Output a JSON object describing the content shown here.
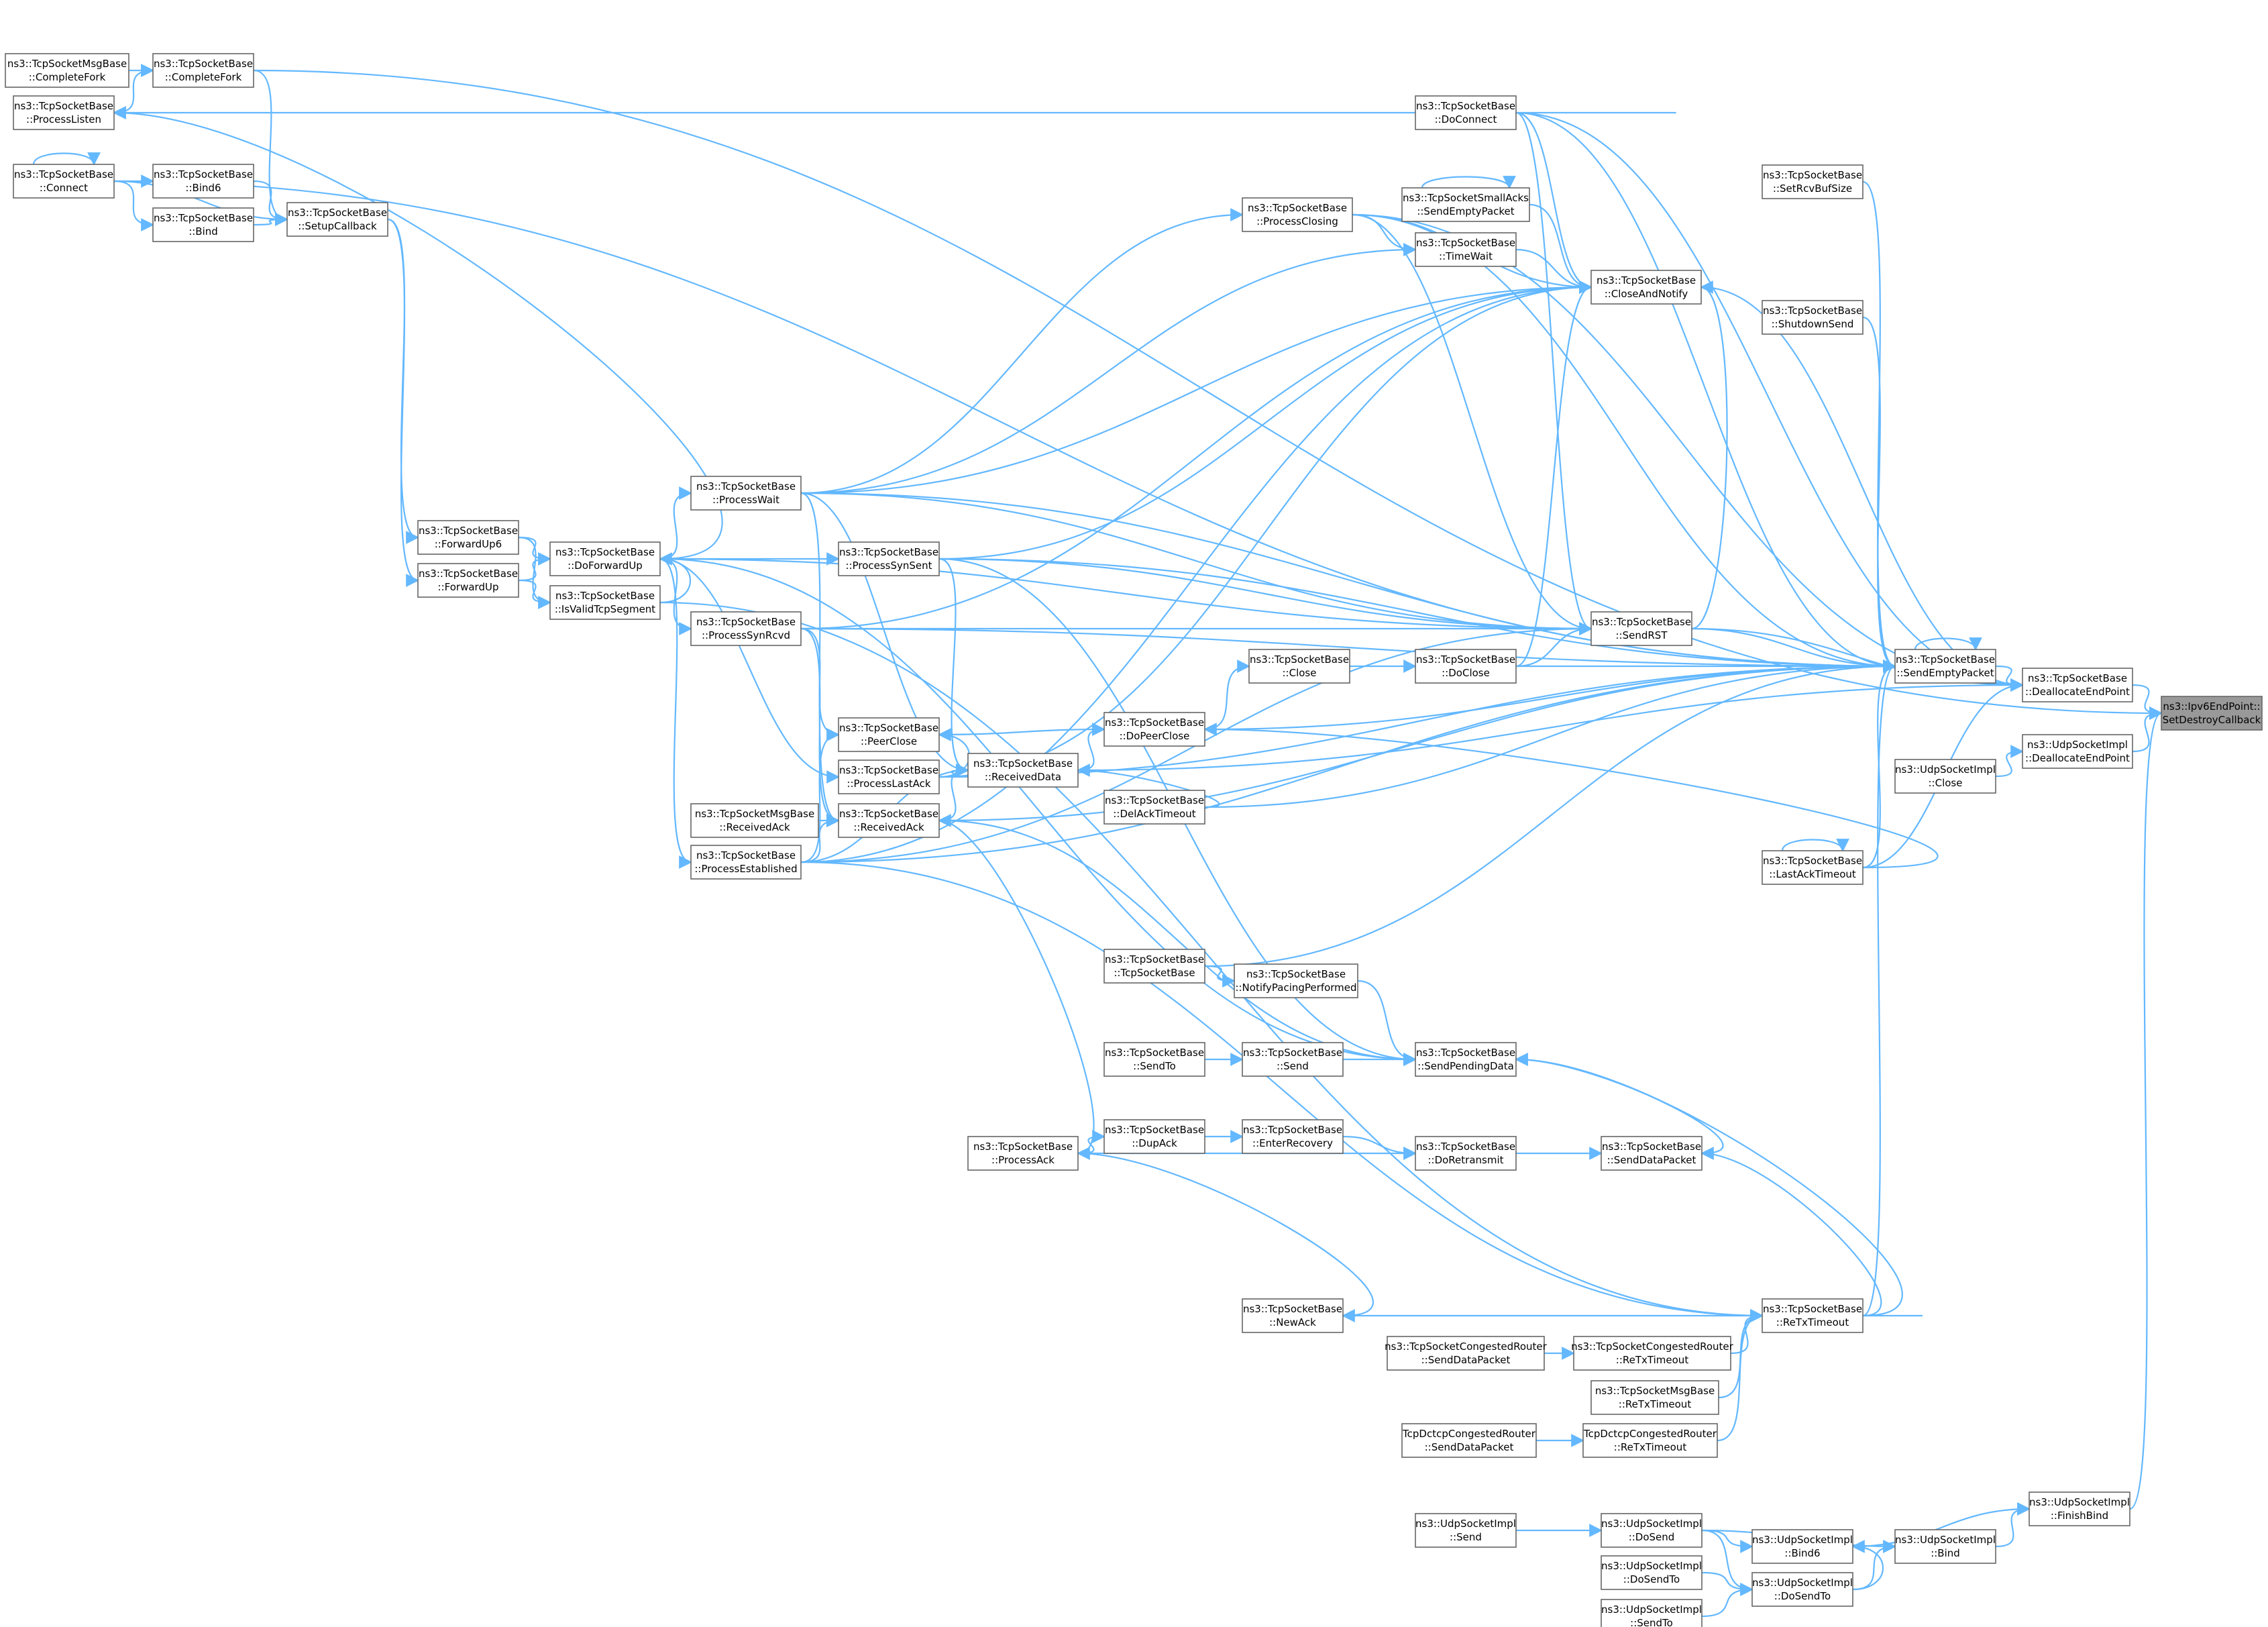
{
  "diagram": {
    "colors": {
      "edge": "#63b8ff",
      "node_border": "#666666",
      "highlight_fill": "#999999"
    },
    "target_node": "setdestroy",
    "nodes": [
      {
        "id": "setdestroy",
        "line1": "ns3::Ipv6EndPoint::",
        "line2": "SetDestroyCallback"
      },
      {
        "id": "dealloc_tcp",
        "line1": "ns3::TcpSocketBase",
        "line2": "::DeallocateEndPoint"
      },
      {
        "id": "dealloc_udp",
        "line1": "ns3::UdpSocketImpl",
        "line2": "::DeallocateEndPoint"
      },
      {
        "id": "udp_close",
        "line1": "ns3::UdpSocketImpl",
        "line2": "::Close"
      },
      {
        "id": "udp_finishbind",
        "line1": "ns3::UdpSocketImpl",
        "line2": "::FinishBind"
      },
      {
        "id": "udp_bind",
        "line1": "ns3::UdpSocketImpl",
        "line2": "::Bind"
      },
      {
        "id": "udp_bind6",
        "line1": "ns3::UdpSocketImpl",
        "line2": "::Bind6"
      },
      {
        "id": "udp_dosendto",
        "line1": "ns3::UdpSocketImpl",
        "line2": "::DoSendTo"
      },
      {
        "id": "udp_dosend",
        "line1": "ns3::UdpSocketImpl",
        "line2": "::DoSend"
      },
      {
        "id": "udp_dosendto2",
        "line1": "ns3::UdpSocketImpl",
        "line2": "::DoSendTo"
      },
      {
        "id": "udp_sendto",
        "line1": "ns3::UdpSocketImpl",
        "line2": "::SendTo"
      },
      {
        "id": "udp_send",
        "line1": "ns3::UdpSocketImpl",
        "line2": "::Send"
      },
      {
        "id": "sendempty",
        "line1": "ns3::TcpSocketBase",
        "line2": "::SendEmptyPacket"
      },
      {
        "id": "setrcvbuf",
        "line1": "ns3::TcpSocketBase",
        "line2": "::SetRcvBufSize"
      },
      {
        "id": "shutdownsend",
        "line1": "ns3::TcpSocketBase",
        "line2": "::ShutdownSend"
      },
      {
        "id": "lastacktimeout",
        "line1": "ns3::TcpSocketBase",
        "line2": "::LastAckTimeout"
      },
      {
        "id": "retxtimeout",
        "line1": "ns3::TcpSocketBase",
        "line2": "::ReTxTimeout"
      },
      {
        "id": "doconnect",
        "line1": "ns3::TcpSocketBase",
        "line2": "::DoConnect"
      },
      {
        "id": "smallacks",
        "line1": "ns3::TcpSocketSmallAcks",
        "line2": "::SendEmptyPacket"
      },
      {
        "id": "timewait",
        "line1": "ns3::TcpSocketBase",
        "line2": "::TimeWait"
      },
      {
        "id": "closeandnotify",
        "line1": "ns3::TcpSocketBase",
        "line2": "::CloseAndNotify"
      },
      {
        "id": "sendrst",
        "line1": "ns3::TcpSocketBase",
        "line2": "::SendRST"
      },
      {
        "id": "doclose",
        "line1": "ns3::TcpSocketBase",
        "line2": "::DoClose"
      },
      {
        "id": "close",
        "line1": "ns3::TcpSocketBase",
        "line2": "::Close"
      },
      {
        "id": "processclosing",
        "line1": "ns3::TcpSocketBase",
        "line2": "::ProcessClosing"
      },
      {
        "id": "sendpending",
        "line1": "ns3::TcpSocketBase",
        "line2": "::SendPendingData"
      },
      {
        "id": "notifypacing",
        "line1": "ns3::TcpSocketBase",
        "line2": "::NotifyPacingPerformed"
      },
      {
        "id": "tcpctor",
        "line1": "ns3::TcpSocketBase",
        "line2": "::TcpSocketBase"
      },
      {
        "id": "send",
        "line1": "ns3::TcpSocketBase",
        "line2": "::Send"
      },
      {
        "id": "sendto",
        "line1": "ns3::TcpSocketBase",
        "line2": "::SendTo"
      },
      {
        "id": "doretransmit",
        "line1": "ns3::TcpSocketBase",
        "line2": "::DoRetransmit"
      },
      {
        "id": "senddatapacket",
        "line1": "ns3::TcpSocketBase",
        "line2": "::SendDataPacket"
      },
      {
        "id": "enterrecovery",
        "line1": "ns3::TcpSocketBase",
        "line2": "::EnterRecovery"
      },
      {
        "id": "dupack",
        "line1": "ns3::TcpSocketBase",
        "line2": "::DupAck"
      },
      {
        "id": "processack",
        "line1": "ns3::TcpSocketBase",
        "line2": "::ProcessAck"
      },
      {
        "id": "newack",
        "line1": "ns3::TcpSocketBase",
        "line2": "::NewAck"
      },
      {
        "id": "cong_retx",
        "line1": "ns3::TcpSocketCongestedRouter",
        "line2": "::ReTxTimeout"
      },
      {
        "id": "cong_senddata",
        "line1": "ns3::TcpSocketCongestedRouter",
        "line2": "::SendDataPacket"
      },
      {
        "id": "msg_retx",
        "line1": "ns3::TcpSocketMsgBase",
        "line2": "::ReTxTimeout"
      },
      {
        "id": "dctcp_retx",
        "line1": "TcpDctcpCongestedRouter",
        "line2": "::ReTxTimeout"
      },
      {
        "id": "dctcp_senddata",
        "line1": "TcpDctcpCongestedRouter",
        "line2": "::SendDataPacket"
      },
      {
        "id": "dopeerclose",
        "line1": "ns3::TcpSocketBase",
        "line2": "::DoPeerClose"
      },
      {
        "id": "receiveddata",
        "line1": "ns3::TcpSocketBase",
        "line2": "::ReceivedData"
      },
      {
        "id": "delacktimeout",
        "line1": "ns3::TcpSocketBase",
        "line2": "::DelAckTimeout"
      },
      {
        "id": "peerclose",
        "line1": "ns3::TcpSocketBase",
        "line2": "::PeerClose"
      },
      {
        "id": "processlastack",
        "line1": "ns3::TcpSocketBase",
        "line2": "::ProcessLastAck"
      },
      {
        "id": "receivedack",
        "line1": "ns3::TcpSocketBase",
        "line2": "::ReceivedAck"
      },
      {
        "id": "msg_receivedack",
        "line1": "ns3::TcpSocketMsgBase",
        "line2": "::ReceivedAck"
      },
      {
        "id": "processestablished",
        "line1": "ns3::TcpSocketBase",
        "line2": "::ProcessEstablished"
      },
      {
        "id": "processsynsent",
        "line1": "ns3::TcpSocketBase",
        "line2": "::ProcessSynSent"
      },
      {
        "id": "processwait",
        "line1": "ns3::TcpSocketBase",
        "line2": "::ProcessWait"
      },
      {
        "id": "processsynrcvd",
        "line1": "ns3::TcpSocketBase",
        "line2": "::ProcessSynRcvd"
      },
      {
        "id": "doforwardup",
        "line1": "ns3::TcpSocketBase",
        "line2": "::DoForwardUp"
      },
      {
        "id": "isvalidtcp",
        "line1": "ns3::TcpSocketBase",
        "line2": "::IsValidTcpSegment"
      },
      {
        "id": "forwardup6",
        "line1": "ns3::TcpSocketBase",
        "line2": "::ForwardUp6"
      },
      {
        "id": "forwardup",
        "line1": "ns3::TcpSocketBase",
        "line2": "::ForwardUp"
      },
      {
        "id": "setupcallback",
        "line1": "ns3::TcpSocketBase",
        "line2": "::SetupCallback"
      },
      {
        "id": "completefork",
        "line1": "ns3::TcpSocketBase",
        "line2": "::CompleteFork"
      },
      {
        "id": "msg_completefork",
        "line1": "ns3::TcpSocketMsgBase",
        "line2": "::CompleteFork"
      },
      {
        "id": "processlisten",
        "line1": "ns3::TcpSocketBase",
        "line2": "::ProcessListen"
      },
      {
        "id": "connect",
        "line1": "ns3::TcpSocketBase",
        "line2": "::Connect"
      },
      {
        "id": "bind6",
        "line1": "ns3::TcpSocketBase",
        "line2": "::Bind6"
      },
      {
        "id": "bind",
        "line1": "ns3::TcpSocketBase",
        "line2": "::Bind"
      }
    ],
    "edges": [
      [
        "dealloc_tcp",
        "setdestroy"
      ],
      [
        "dealloc_udp",
        "setdestroy"
      ],
      [
        "udp_finishbind",
        "setdestroy"
      ],
      [
        "completefork",
        "setdestroy"
      ],
      [
        "sendempty",
        "dealloc_tcp"
      ],
      [
        "doconnect",
        "dealloc_tcp"
      ],
      [
        "closeandnotify",
        "dealloc_tcp"
      ],
      [
        "processclosing",
        "dealloc_tcp"
      ],
      [
        "lastacktimeout",
        "dealloc_tcp"
      ],
      [
        "sendrst",
        "dealloc_tcp"
      ],
      [
        "receiveddata",
        "dealloc_tcp"
      ],
      [
        "udp_close",
        "dealloc_udp"
      ],
      [
        "udp_bind",
        "udp_finishbind"
      ],
      [
        "udp_bind6",
        "udp_finishbind"
      ],
      [
        "udp_dosend",
        "udp_bind"
      ],
      [
        "udp_dosendto",
        "udp_bind"
      ],
      [
        "udp_dosend",
        "udp_bind6"
      ],
      [
        "udp_dosendto",
        "udp_bind6"
      ],
      [
        "udp_dosendto2",
        "udp_dosendto"
      ],
      [
        "udp_sendto",
        "udp_dosendto"
      ],
      [
        "udp_dosend",
        "udp_dosendto"
      ],
      [
        "udp_send",
        "udp_dosend"
      ],
      [
        "setrcvbuf",
        "sendempty"
      ],
      [
        "shutdownsend",
        "sendempty"
      ],
      [
        "lastacktimeout",
        "sendempty"
      ],
      [
        "retxtimeout",
        "sendempty"
      ],
      [
        "sendempty",
        "sendempty"
      ],
      [
        "doconnect",
        "sendempty"
      ],
      [
        "sendrst",
        "sendempty"
      ],
      [
        "doclose",
        "sendempty"
      ],
      [
        "dopeerclose",
        "sendempty"
      ],
      [
        "processwait",
        "sendempty"
      ],
      [
        "processsynsent",
        "sendempty"
      ],
      [
        "processsynrcvd",
        "sendempty"
      ],
      [
        "processestablished",
        "sendempty"
      ],
      [
        "connect",
        "sendempty"
      ],
      [
        "tcpctor",
        "sendempty"
      ],
      [
        "processlastack",
        "sendempty"
      ],
      [
        "receivedack",
        "sendempty"
      ],
      [
        "processclosing",
        "sendempty"
      ],
      [
        "delacktimeout",
        "sendempty"
      ],
      [
        "smallacks",
        "smallacks"
      ],
      [
        "lastacktimeout",
        "lastacktimeout"
      ],
      [
        "connect",
        "connect"
      ],
      [
        "timewait",
        "closeandnotify"
      ],
      [
        "smallacks",
        "closeandnotify"
      ],
      [
        "doconnect",
        "closeandnotify"
      ],
      [
        "processclosing",
        "closeandnotify"
      ],
      [
        "processwait",
        "closeandnotify"
      ],
      [
        "doclose",
        "closeandnotify"
      ],
      [
        "processlastack",
        "closeandnotify"
      ],
      [
        "processestablished",
        "closeandnotify"
      ],
      [
        "sendrst",
        "closeandnotify"
      ],
      [
        "processsynsent",
        "closeandnotify"
      ],
      [
        "processsynrcvd",
        "closeandnotify"
      ],
      [
        "processwait",
        "timewait"
      ],
      [
        "processclosing",
        "timewait"
      ],
      [
        "processsynsent",
        "sendrst"
      ],
      [
        "processsynrcvd",
        "sendrst"
      ],
      [
        "processwait",
        "sendrst"
      ],
      [
        "processclosing",
        "sendrst"
      ],
      [
        "doforwardup",
        "sendrst"
      ],
      [
        "doclose",
        "sendrst"
      ],
      [
        "processestablished",
        "sendrst"
      ],
      [
        "doconnect",
        "sendrst"
      ],
      [
        "close",
        "doclose"
      ],
      [
        "dopeerclose",
        "close"
      ],
      [
        "processwait",
        "processclosing"
      ],
      [
        "peerclose",
        "dopeerclose"
      ],
      [
        "receiveddata",
        "dopeerclose"
      ],
      [
        "lastacktimeout",
        "dopeerclose"
      ],
      [
        "delacktimeout",
        "receiveddata"
      ],
      [
        "processlastack",
        "receiveddata"
      ],
      [
        "receivedack",
        "receiveddata"
      ],
      [
        "processestablished",
        "receiveddata"
      ],
      [
        "processsynsent",
        "receiveddata"
      ],
      [
        "processwait",
        "receiveddata"
      ],
      [
        "processestablished",
        "peerclose"
      ],
      [
        "processsynrcvd",
        "peerclose"
      ],
      [
        "processlastack",
        "peerclose"
      ],
      [
        "msg_receivedack",
        "receivedack"
      ],
      [
        "processestablished",
        "receivedack"
      ],
      [
        "processsynrcvd",
        "receivedack"
      ],
      [
        "processack",
        "receivedack"
      ],
      [
        "processwait",
        "receivedack"
      ],
      [
        "doforwardup",
        "processwait"
      ],
      [
        "doforwardup",
        "processsynsent"
      ],
      [
        "doforwardup",
        "processsynrcvd"
      ],
      [
        "doforwardup",
        "processestablished"
      ],
      [
        "doforwardup",
        "processlastack"
      ],
      [
        "forwardup6",
        "doforwardup"
      ],
      [
        "forwardup",
        "doforwardup"
      ],
      [
        "isvalidtcp",
        "doforwardup"
      ],
      [
        "forwardup6",
        "isvalidtcp"
      ],
      [
        "forwardup",
        "isvalidtcp"
      ],
      [
        "setupcallback",
        "forwardup6"
      ],
      [
        "setupcallback",
        "forwardup"
      ],
      [
        "bind6",
        "setupcallback"
      ],
      [
        "bind",
        "setupcallback"
      ],
      [
        "completefork",
        "setupcallback"
      ],
      [
        "connect",
        "setupcallback"
      ],
      [
        "msg_completefork",
        "completefork"
      ],
      [
        "processlisten",
        "completefork"
      ],
      [
        "connect",
        "bind6"
      ],
      [
        "connect",
        "bind"
      ],
      [
        "doforwardup",
        "processlisten"
      ],
      [
        "doconnect",
        "processlisten"
      ],
      [
        "notifypacing",
        "sendpending"
      ],
      [
        "tcpctor",
        "notifypacing"
      ],
      [
        "send",
        "sendpending"
      ],
      [
        "sendto",
        "send"
      ],
      [
        "senddatapacket",
        "sendpending"
      ],
      [
        "doretransmit",
        "senddatapacket"
      ],
      [
        "retxtimeout",
        "senddatapacket"
      ],
      [
        "enterrecovery",
        "doretransmit"
      ],
      [
        "dupack",
        "enterrecovery"
      ],
      [
        "processack",
        "dupack"
      ],
      [
        "processack",
        "doretransmit"
      ],
      [
        "newack",
        "processack"
      ],
      [
        "retxtimeout",
        "newack"
      ],
      [
        "cong_retx",
        "retxtimeout"
      ],
      [
        "cong_senddata",
        "cong_retx"
      ],
      [
        "msg_retx",
        "retxtimeout"
      ],
      [
        "dctcp_retx",
        "retxtimeout"
      ],
      [
        "dctcp_senddata",
        "dctcp_retx"
      ],
      [
        "retxtimeout",
        "sendpending"
      ],
      [
        "processsynsent",
        "sendpending"
      ],
      [
        "doforwardup",
        "sendpending"
      ],
      [
        "receivedack",
        "sendpending"
      ],
      [
        "processestablished",
        "retxtimeout"
      ],
      [
        "isvalidtcp",
        "retxtimeout"
      ]
    ]
  }
}
